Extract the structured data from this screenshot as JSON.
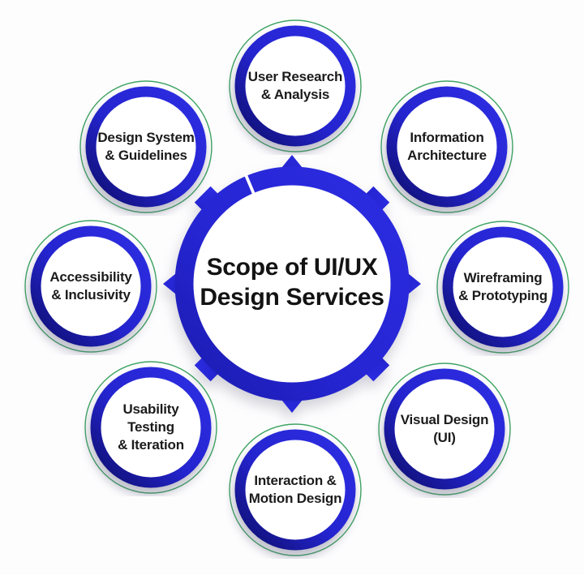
{
  "title": {
    "text": "Scope of UI/UX\nDesign Services"
  },
  "satellites": [
    {
      "id": "user-research",
      "position": "top",
      "label": "User Research\n& Analysis"
    },
    {
      "id": "information-architecture",
      "position": "top-right",
      "label": "Information\nArchitecture"
    },
    {
      "id": "wireframing-prototyping",
      "position": "right",
      "label": "Wireframing\n& Prototyping"
    },
    {
      "id": "visual-design-ui",
      "position": "bottom-right",
      "label": "Visual Design\n(UI)"
    },
    {
      "id": "interaction-motion",
      "position": "bottom",
      "label": "Interaction &\nMotion Design"
    },
    {
      "id": "usability-testing",
      "position": "bottom-left",
      "label": "Usability\nTesting\n& Iteration"
    },
    {
      "id": "accessibility-inclusivity",
      "position": "left",
      "label": "Accessibility\n& Inclusivity"
    },
    {
      "id": "design-system-guidelines",
      "position": "top-left",
      "label": "Design System\n& Guidelines"
    }
  ],
  "colors": {
    "ring_blue": "#2B2BDF",
    "ring_dark_navy": "#0E0E6E",
    "outline_green": "#3FA463",
    "text": "#131313",
    "background": "#FDFDFE"
  }
}
